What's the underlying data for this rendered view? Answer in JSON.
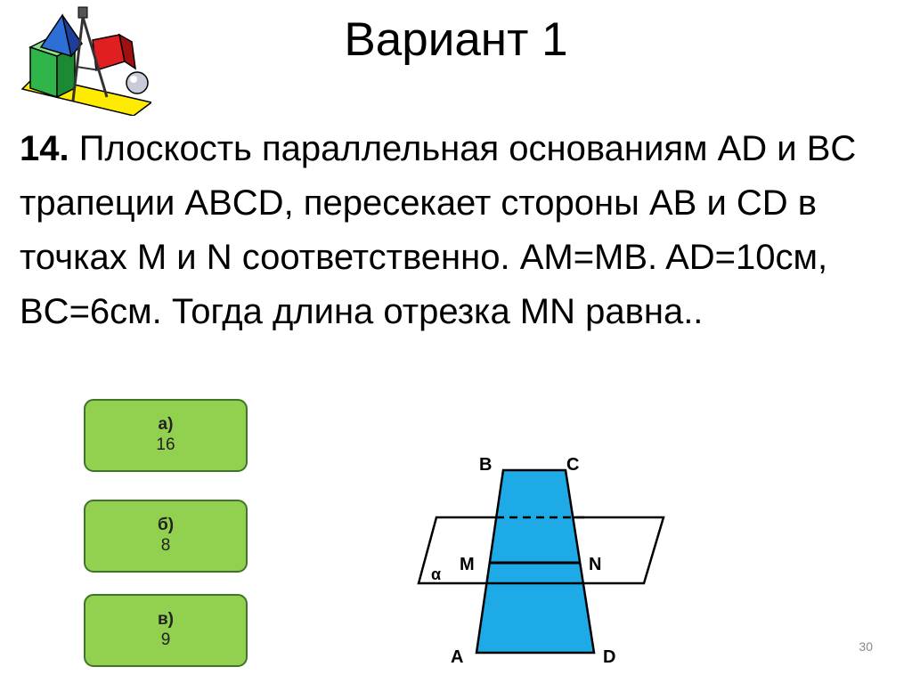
{
  "slide": {
    "title": "Вариант 1",
    "page_number": "30"
  },
  "problem": {
    "number": "14.",
    "text": " Плоскость параллельная основаниям AD и BC трапеции ABCD, пересекает стороны AB и CD в точках M и N соответственно. AM=MB. AD=10см, BC=6см. Тогда длина отрезка MN равна.."
  },
  "answers": [
    {
      "letter": "а)",
      "value": "16"
    },
    {
      "letter": "б)",
      "value": "8"
    },
    {
      "letter": "в)",
      "value": "9"
    }
  ],
  "diagram": {
    "labels": {
      "B": "B",
      "C": "C",
      "M": "M",
      "N": "N",
      "A": "A",
      "D": "D",
      "alpha": "α"
    },
    "colors": {
      "trapezoid": "#1eaae6",
      "outline": "#000000"
    }
  },
  "icons": [
    "geometry-clipart-icon"
  ]
}
